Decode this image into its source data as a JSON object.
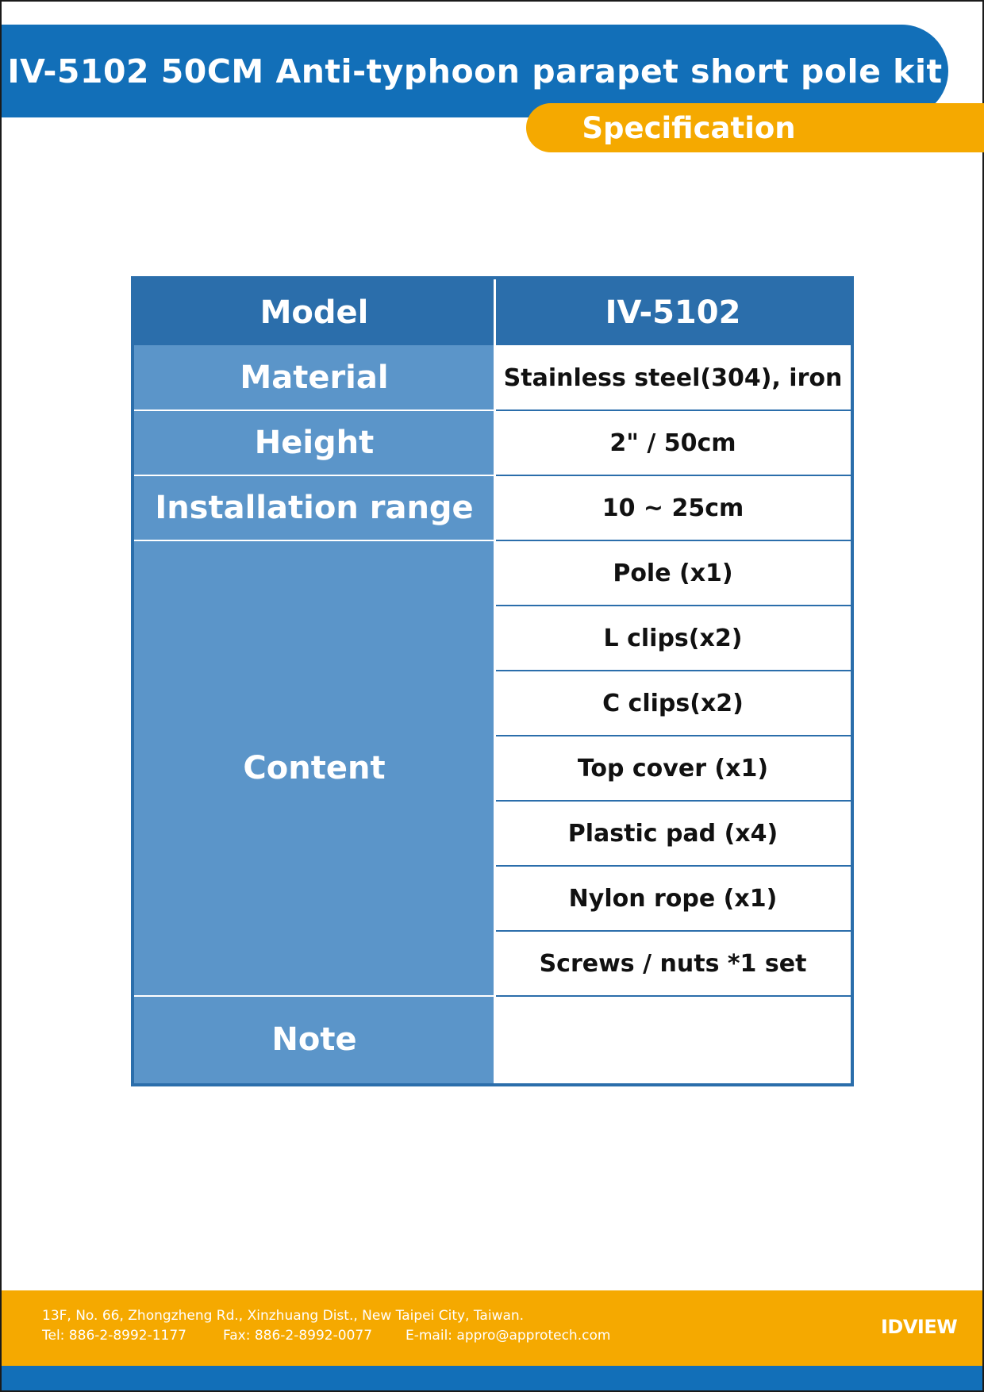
{
  "header": {
    "title": "IV-5102 50CM Anti-typhoon parapet short pole kit",
    "tab_label": "Specification"
  },
  "table": {
    "head": {
      "label": "Model",
      "value": "IV-5102"
    },
    "rows": [
      {
        "label": "Material",
        "value": "Stainless steel(304), iron"
      },
      {
        "label": "Height",
        "value": "2\" / 50cm"
      },
      {
        "label": "Installation range",
        "value": "10  ~ 25cm"
      }
    ],
    "content": {
      "label": "Content",
      "items": [
        "Pole (x1)",
        "L clips(x2)",
        "C clips(x2)",
        "Top cover (x1)",
        "Plastic pad (x4)",
        "Nylon rope (x1)",
        "Screws / nuts *1 set"
      ]
    },
    "note": {
      "label": "Note",
      "value": ""
    }
  },
  "footer": {
    "address": "13F, No. 66, Zhongzheng Rd., Xinzhuang Dist., New Taipei City, Taiwan.",
    "tel": "Tel: 886-2-8992-1177",
    "fax": "Fax: 886-2-8992-0077",
    "email": "E-mail: appro@approtech.com",
    "logo_text": "IDVIEW"
  },
  "colors": {
    "primary_blue": "#126fb8",
    "table_header_blue": "#2b6eab",
    "label_blue": "#5b95c9",
    "accent_orange": "#f5a900"
  }
}
